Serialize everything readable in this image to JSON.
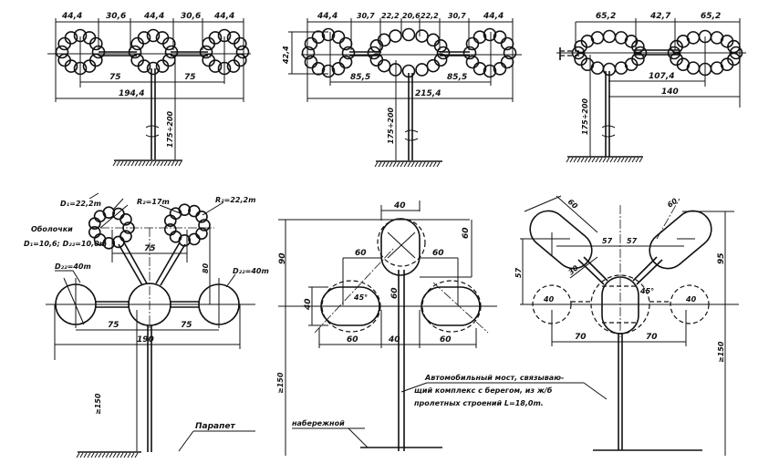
{
  "panel_top_1": {
    "d1": "44,4",
    "d2": "30,6",
    "d3": "44,4",
    "d4": "30,6",
    "d5": "44,4",
    "r1": "75",
    "r2": "75",
    "total": "194,4",
    "height": "175÷200"
  },
  "panel_top_2": {
    "d1": "44,4",
    "d2": "30,7",
    "d3": "22,2",
    "d4": "20,6",
    "d5": "22,2",
    "d6": "30,7",
    "d7": "44,4",
    "vert": "42,4",
    "r1": "85,5",
    "r2": "85,5",
    "total": "215,4",
    "height": "175÷200"
  },
  "panel_top_3": {
    "d1": "65,2",
    "d2": "42,7",
    "d3": "65,2",
    "r1": "107,4",
    "total": "140",
    "height": "175÷200"
  },
  "panel_bottom_1": {
    "d1": "D₁=22,2m",
    "r_left": "R₂=17m",
    "r_right": "R₂=22,2m",
    "shells": "Оболочки",
    "shell_dims": "D₁=10,6; D₂₂=10,0m",
    "span": "75",
    "rise": "80",
    "d_left": "D₂₂=40m",
    "d_right": "D₂₂=40m",
    "a1": "75",
    "a2": "75",
    "total": "190",
    "height": "≥150",
    "parapet": "Парапет"
  },
  "panel_bottom_2": {
    "top": "40",
    "height_top": "90",
    "l60": "60",
    "r60": "60",
    "v60": "60",
    "v40": "40",
    "angle": "45°",
    "c60": "60",
    "b1": "60",
    "b2": "40",
    "b3": "60",
    "height": "≥150",
    "embankment": "набережной",
    "note_line1": "Автомобильный мост, связываю-",
    "note_line2": "щий комплекс с берегом, из ж/б",
    "note_line3": "пролетных строений  L=18,0m."
  },
  "panel_bottom_3": {
    "p1": "60",
    "p2": "60",
    "h1": "57",
    "h2": "57",
    "v57": "57",
    "w30": "30",
    "angle": "45°",
    "c1": "40",
    "c2": "40",
    "b1": "70",
    "b2": "70",
    "rise": "95",
    "height": "≥150"
  }
}
